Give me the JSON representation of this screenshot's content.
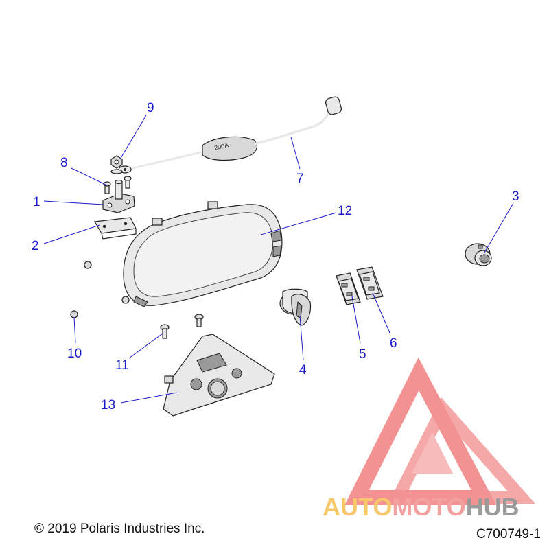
{
  "diagram": {
    "callouts": [
      "1",
      "2",
      "3",
      "4",
      "5",
      "6",
      "7",
      "8",
      "9",
      "10",
      "11",
      "12",
      "13"
    ],
    "cable_label": "200A"
  },
  "footer": {
    "copyright": "© 2019 Polaris Industries Inc.",
    "drawing_id": "C700749-1"
  },
  "watermark": {
    "part1": "AUTO",
    "part2": "MOTO",
    "part3": "HUB",
    "colors": {
      "auto": "#f6c86a",
      "moto": "#f3a0a0",
      "hub": "#9a9a9a",
      "triangle": "#f08080"
    }
  },
  "colors": {
    "callout": "#1a1acc"
  }
}
